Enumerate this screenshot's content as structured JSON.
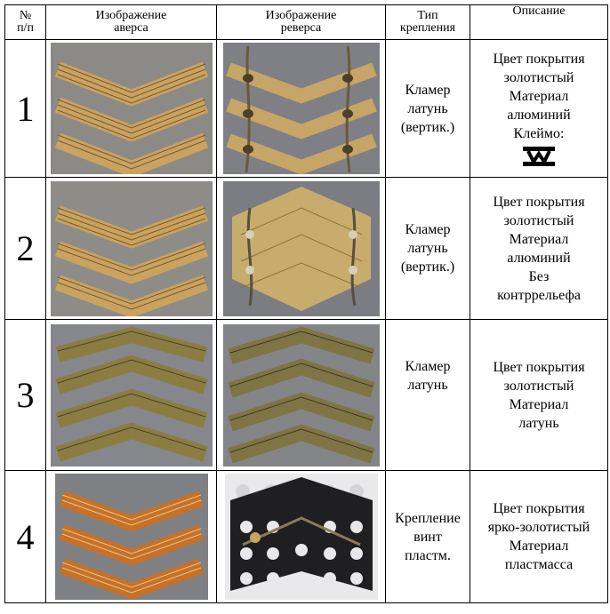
{
  "header": {
    "num": "№\nп/п",
    "obverse": "Изображение\nаверса",
    "reverse": "Изображение\nреверса",
    "fastening": "Тип\nкрепления",
    "description": "Описание"
  },
  "rows": [
    {
      "num": "1",
      "obverse_image": "gold-chevron-obverse",
      "reverse_image": "gold-chevron-reverse-wire-clasp",
      "fastening": "Кламер\nлатунь\n(вертик.)",
      "description": "Цвет покрытия\nзолотистый\nМатериал\nалюминий\nКлеймо:",
      "maker_mark": "maker-mark-icon"
    },
    {
      "num": "2",
      "obverse_image": "gold-chevron-obverse",
      "reverse_image": "textured-chevron-reverse-wire-clasp",
      "fastening": "Кламер\nлатунь\n(вертик.)",
      "description": "Цвет покрытия\nзолотистый\nМатериал\nалюминий\nБез\nконтррельефа"
    },
    {
      "num": "3",
      "obverse_image": "worn-brass-chevron-obverse",
      "reverse_image": "worn-brass-chevron-reverse",
      "fastening": "Кламер\nлатунь",
      "description": "Цвет покрытия\nзолотистый\nМатериал\nлатунь"
    },
    {
      "num": "4",
      "obverse_image": "bright-gold-plastic-chevron-obverse",
      "reverse_image": "plastic-chevron-reverse-screw",
      "fastening": "Крепление\nвинт\nпластм.",
      "description": "Цвет покрытия\nярко-золотистый\nМатериал\nпластмасса"
    }
  ],
  "colors": {
    "gold": "#c9a25c",
    "gold_light": "#e6c88a",
    "bright_gold": "#c8742c",
    "brass": "#8a7a3e",
    "photo_bg": "#7d7d83",
    "plastic_back": "#1f1f22"
  }
}
